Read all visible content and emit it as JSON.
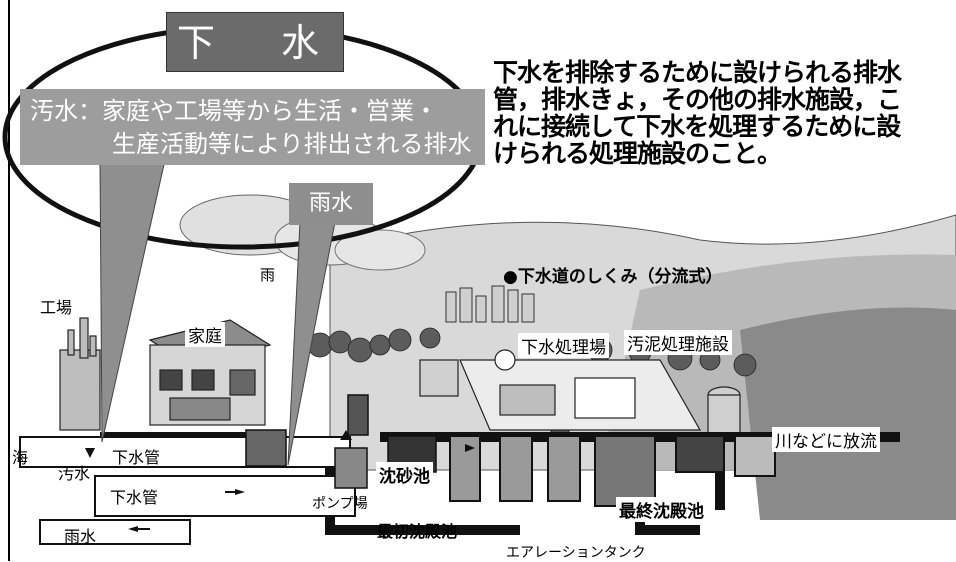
{
  "title": "下　水",
  "sewage_definition": {
    "line1": "汚水：家庭や工場等から生活・営業・",
    "line2": "生産活動等により排出される排水"
  },
  "rainwater_label": "雨水",
  "definition": {
    "line1": "下水を排除するために設けられる排水",
    "line2": "管，排水きょ，その他の排水施設，こ",
    "line3": "れに接続して下水を処理するために設",
    "line4": "けられる処理施設のこと。"
  },
  "diagram": {
    "caption": "●下水道のしくみ（分流式）",
    "labels": {
      "rain": "雨",
      "factory": "工場",
      "home": "家庭",
      "sea": "海",
      "wastewater": "汚水",
      "sewer_pipe_1": "下水管",
      "sewer_pipe_2": "下水管",
      "rainwater": "雨水",
      "treatment_plant": "下水処理場",
      "sludge_facility": "汚泥処理施設",
      "grit_chamber": "沈砂池",
      "pump_station": "ポンプ場",
      "primary_settling": "最初沈殿池",
      "final_settling": "最終沈殿池",
      "aeration_tank": "エアレーションタンク",
      "discharge": "川などに放流"
    }
  },
  "colors": {
    "title_bg": "#6b6b6b",
    "sewage_bg": "#9d9d9d",
    "rain_bg": "#8e8e8e",
    "ink": "#111111"
  }
}
